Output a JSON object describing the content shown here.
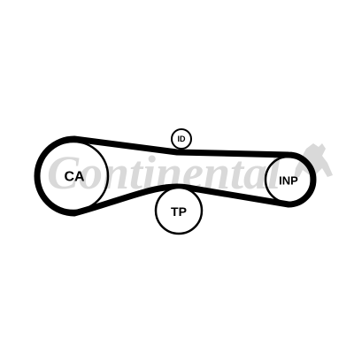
{
  "diagram": {
    "watermark": {
      "text": "Continental",
      "color": "#d9d9d9",
      "icon": "horse-logo-icon"
    },
    "belt": {
      "color": "#000000"
    },
    "pulleys": {
      "ca": {
        "label": "CA"
      },
      "inp": {
        "label": "INP"
      },
      "id": {
        "label": "ID"
      },
      "tp": {
        "label": "TP"
      }
    }
  }
}
